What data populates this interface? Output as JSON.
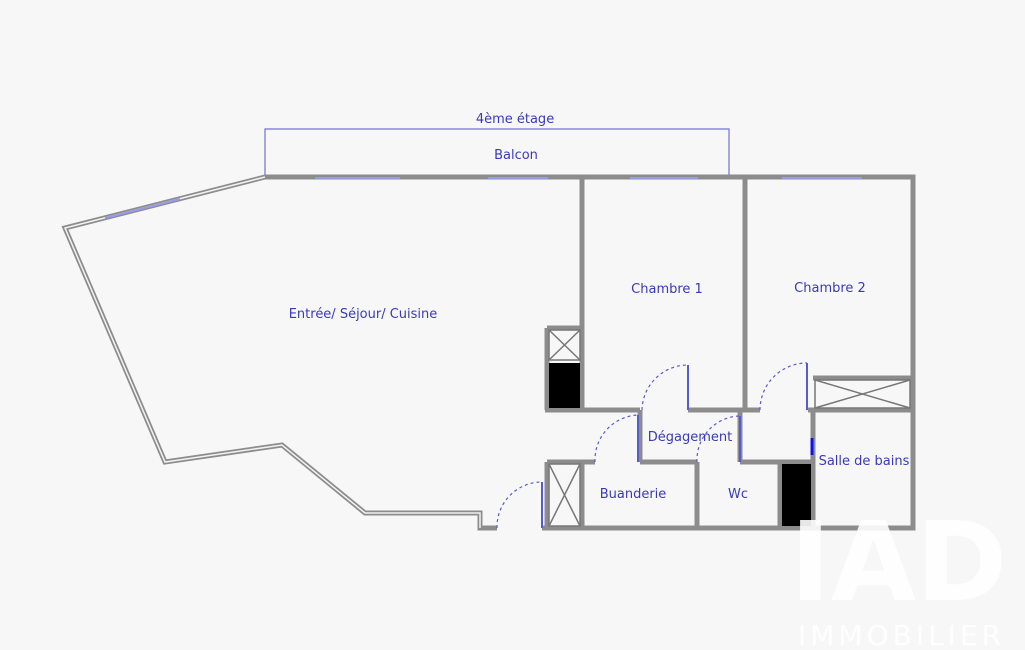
{
  "plan": {
    "floor_label": "4ème étage",
    "rooms": {
      "balcon": "Balcon",
      "sejour": "Entrée/ Séjour/ Cuisine",
      "chambre1": "Chambre 1",
      "chambre2": "Chambre 2",
      "degagement": "Dégagement",
      "salle_de_bains": "Salle de bains",
      "buanderie": "Buanderie",
      "wc": "Wc"
    }
  },
  "watermark": {
    "logo": "IAD",
    "sub": "IMMOBILIER"
  },
  "colors": {
    "label": "#3a3ab8",
    "wall": "#8c8c8c",
    "window": "#9a9ae8"
  }
}
